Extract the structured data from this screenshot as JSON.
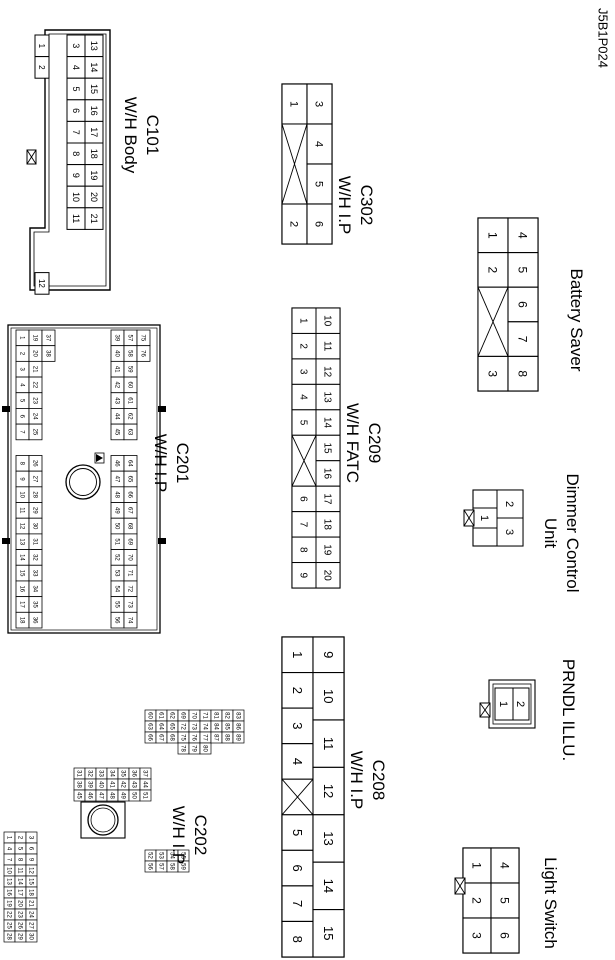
{
  "ref_code": "J5B1P024",
  "connectors": {
    "c101": {
      "name": "C101",
      "desc": "W/H Body",
      "pins": [
        [
          "1",
          "2",
          "",
          "",
          "",
          "",
          "",
          "",
          "",
          "",
          "",
          "12"
        ],
        [
          "3",
          "4",
          "5",
          "6",
          "7",
          "8",
          "9",
          "10",
          "11"
        ],
        [
          "13",
          "14",
          "15",
          "16",
          "17",
          "18",
          "19",
          "20",
          "21"
        ]
      ]
    },
    "c302": {
      "name": "C302",
      "desc": "W/H I.P",
      "pins": [
        [
          "1",
          "",
          "2"
        ],
        [
          "3",
          "4",
          "5",
          "6"
        ]
      ]
    },
    "c201": {
      "name": "C201",
      "desc": "W/H I.P",
      "pins_top": [
        "1",
        "2",
        "3",
        "4",
        "5",
        "6",
        "7",
        "8",
        "9",
        "10",
        "11",
        "12",
        "13",
        "14",
        "15",
        "16",
        "17",
        "18",
        "19",
        "20",
        "21",
        "22",
        "23",
        "24",
        "25",
        "26",
        "27",
        "28",
        "29",
        "30",
        "31",
        "32",
        "33",
        "34",
        "35",
        "36",
        "37",
        "38"
      ],
      "pins_bottom": [
        "39",
        "40",
        "41",
        "42",
        "43",
        "44",
        "45",
        "46",
        "47",
        "48",
        "49",
        "50",
        "51",
        "52",
        "53",
        "54",
        "55",
        "56",
        "57",
        "58",
        "59",
        "60",
        "61",
        "62",
        "63",
        "64",
        "65",
        "66",
        "67",
        "68",
        "69",
        "70",
        "71",
        "72",
        "73",
        "74",
        "75",
        "76"
      ]
    },
    "c209": {
      "name": "C209",
      "desc": "W/H FATC",
      "pins_top": [
        "1",
        "2",
        "3",
        "4",
        "5",
        "",
        "6",
        "7",
        "8",
        "9"
      ],
      "pins_bottom": [
        "10",
        "11",
        "12",
        "13",
        "14",
        "15",
        "16",
        "17",
        "18",
        "19",
        "20"
      ]
    },
    "battery_saver": {
      "name": "Battery Saver",
      "pins": [
        [
          "1",
          "2",
          "",
          "3"
        ],
        [
          "4",
          "5",
          "6",
          "7",
          "8"
        ]
      ]
    },
    "dimmer": {
      "name": "Dimmer Control",
      "name2": "Unit",
      "pins": [
        "1",
        "2",
        "3"
      ]
    },
    "c208": {
      "name": "C208",
      "desc": "W/H I.P",
      "pins_top": [
        "1",
        "2",
        "3",
        "4",
        "",
        "5",
        "6",
        "7",
        "8"
      ],
      "pins_bottom": [
        "9",
        "10",
        "11",
        "12",
        "13",
        "14",
        "15"
      ]
    },
    "c202": {
      "name": "C202",
      "desc": "W/H I.P",
      "pins": [
        "1",
        "2",
        "3",
        "4",
        "5",
        "6",
        "7",
        "8",
        "9",
        "10",
        "11",
        "12",
        "13",
        "14",
        "15",
        "16",
        "17",
        "18",
        "19",
        "20",
        "21",
        "22",
        "23",
        "24",
        "25",
        "26",
        "27",
        "28",
        "29",
        "30",
        "31",
        "32",
        "33",
        "34",
        "35",
        "36",
        "37",
        "38",
        "39",
        "40",
        "41",
        "42",
        "43",
        "44",
        "45",
        "46",
        "47",
        "48",
        "49",
        "50",
        "51",
        "52",
        "53",
        "54",
        "55",
        "56",
        "57",
        "58",
        "59",
        "60",
        "61",
        "62",
        "63",
        "64",
        "65",
        "66",
        "67",
        "68",
        "69",
        "70",
        "71",
        "72",
        "73",
        "74",
        "75",
        "76",
        "77",
        "78",
        "79",
        "80",
        "81",
        "82",
        "83",
        "84",
        "85",
        "86",
        "87",
        "88",
        "89"
      ]
    },
    "prndl": {
      "name": "PRNDL ILLU.",
      "pins": [
        "1",
        "2"
      ]
    },
    "light_switch": {
      "name": "Light Switch",
      "pins": [
        [
          "1",
          "2",
          "3"
        ],
        [
          "4",
          "5",
          "6"
        ]
      ]
    }
  }
}
